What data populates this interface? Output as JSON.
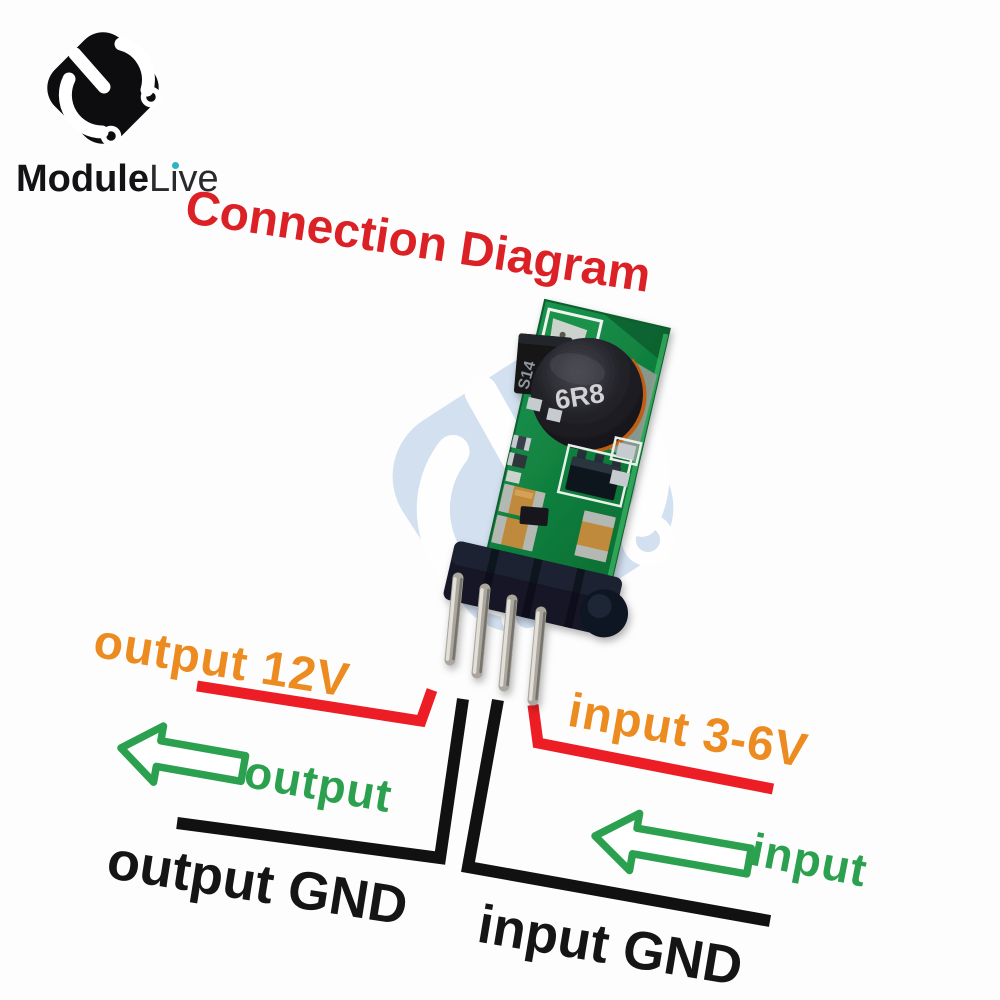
{
  "brand": {
    "name_bold": "Module",
    "name_light": "Live"
  },
  "title": "Connection Diagram",
  "module": {
    "inductor_label": "6R8",
    "diode_label": "S14",
    "pin_count": 4
  },
  "connections": {
    "output_voltage": "output 12V",
    "output": "output",
    "output_gnd": "output GND",
    "input_voltage": "input 3-6V",
    "input": "input",
    "input_gnd": "input GND"
  },
  "colors": {
    "title_red": "#dc2126",
    "wire_red": "#ec1d24",
    "wire_black": "#111111",
    "label_orange": "#ec8b20",
    "label_green": "#2ba14f",
    "label_black": "#151515",
    "pcb_green": "#15823f",
    "watermark_blue": "#c8daee",
    "brand_black": "#131316",
    "accent_teal": "#2bb3c0"
  }
}
